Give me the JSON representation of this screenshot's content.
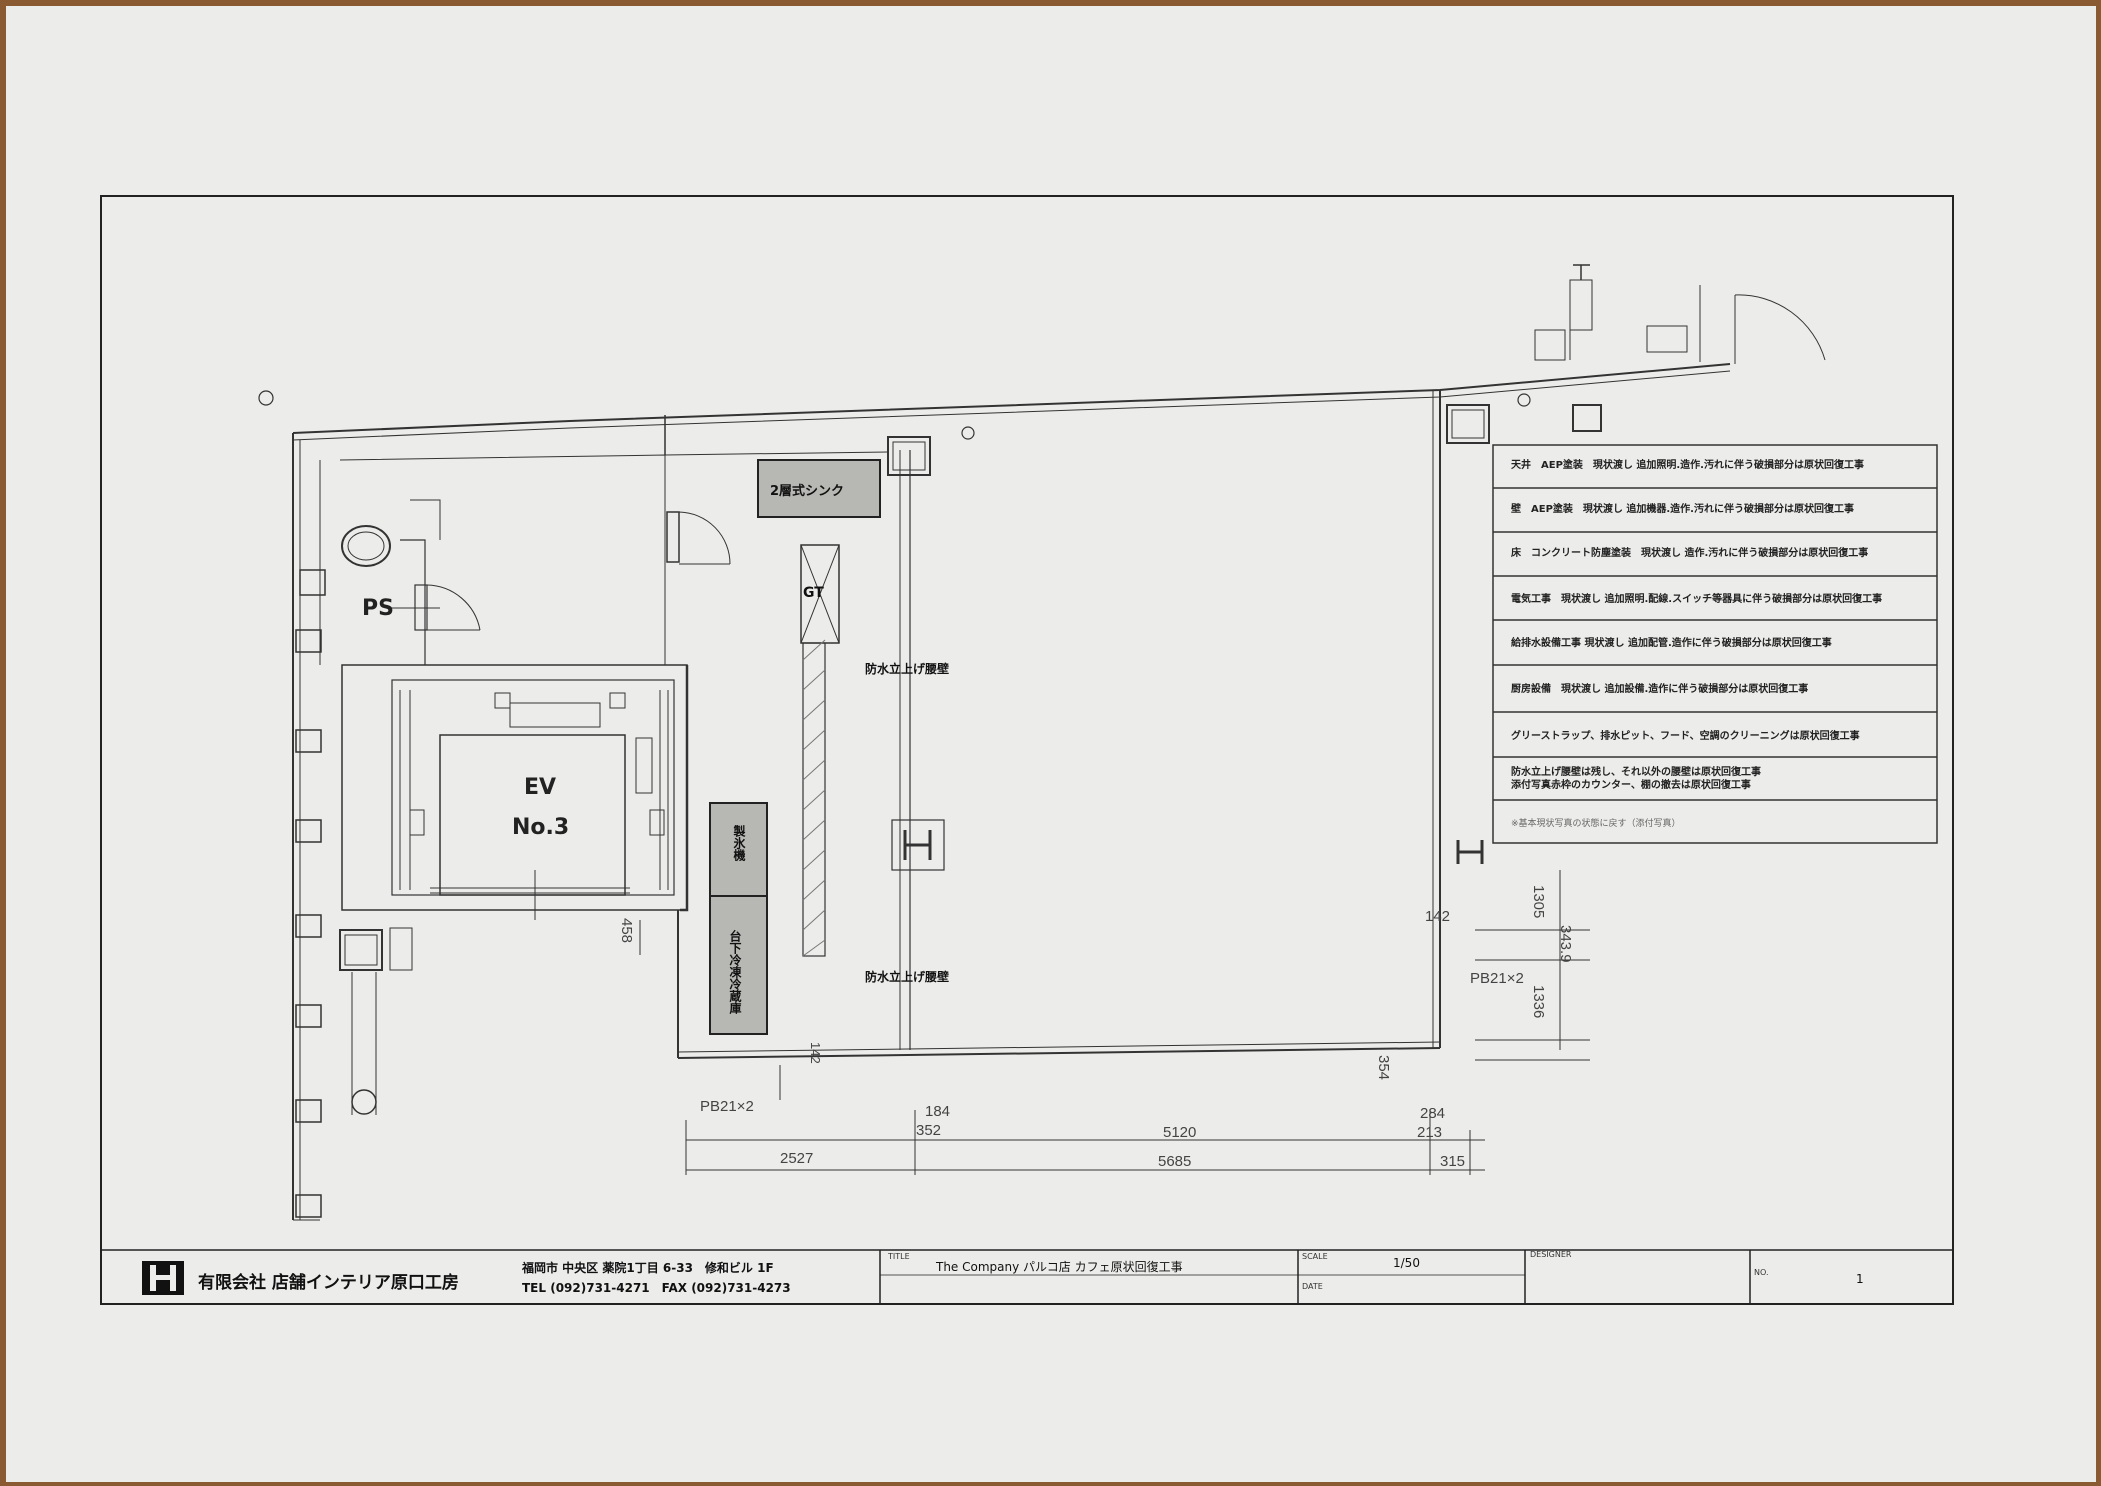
{
  "rooms": {
    "ps": "PS",
    "ev_line1": "EV",
    "ev_line2": "No.3"
  },
  "equipment": {
    "sink": "2層式シンク",
    "gt": "GT",
    "ice_machine": "製氷機",
    "fridge": "台下冷凍冷蔵庫"
  },
  "wall_notes": {
    "top": "防水立上げ腰壁",
    "bottom": "防水立上げ腰壁"
  },
  "dimensions": {
    "d458": "458",
    "d142a": "142",
    "d142b": "142",
    "pb_left": "PB21×2",
    "pb_right": "PB21×2",
    "d184": "184",
    "d352": "352",
    "d5120": "5120",
    "d2527": "2527",
    "d5685": "5685",
    "d354": "354",
    "d284": "284",
    "d213": "213",
    "d315": "315",
    "d1305": "1305",
    "d3439": "343.9",
    "d1336": "1336"
  },
  "notes": [
    "天井　AEP塗装　現状渡し 追加照明.造作.汚れに伴う破損部分は原状回復工事",
    "壁　AEP塗装　現状渡し 追加機器.造作.汚れに伴う破損部分は原状回復工事",
    "床　コンクリート防塵塗装　現状渡し 造作.汚れに伴う破損部分は原状回復工事",
    "電気工事　現状渡し 追加照明.配線.スイッチ等器具に伴う破損部分は原状回復工事",
    "給排水設備工事 現状渡し 追加配管.造作に伴う破損部分は原状回復工事",
    "厨房設備　現状渡し 追加設備.造作に伴う破損部分は原状回復工事",
    "グリーストラップ、排水ピット、フード、空調のクリーニングは原状回復工事",
    "防水立上げ腰壁は残し、それ以外の腰壁は原状回復工事\n添付写真赤枠のカウンター、棚の撤去は原状回復工事"
  ],
  "notes_footer": "※基本現状写真の状態に戻す（添付写真）",
  "title_block": {
    "company": "有限会社 店舗インテリア原口工房",
    "address": "福岡市 中央区 薬院1丁目 6-33　修和ビル 1F",
    "phone": "TEL (092)731-4271　FAX (092)731-4273",
    "title_label": "TITLE",
    "title_value": "The Company パルコ店 カフェ原状回復工事",
    "scale_label": "SCALE",
    "scale_value": "1/50",
    "date_label": "DATE",
    "designer_label": "DESIGNER",
    "no_label": "NO.",
    "no_value": "1"
  }
}
